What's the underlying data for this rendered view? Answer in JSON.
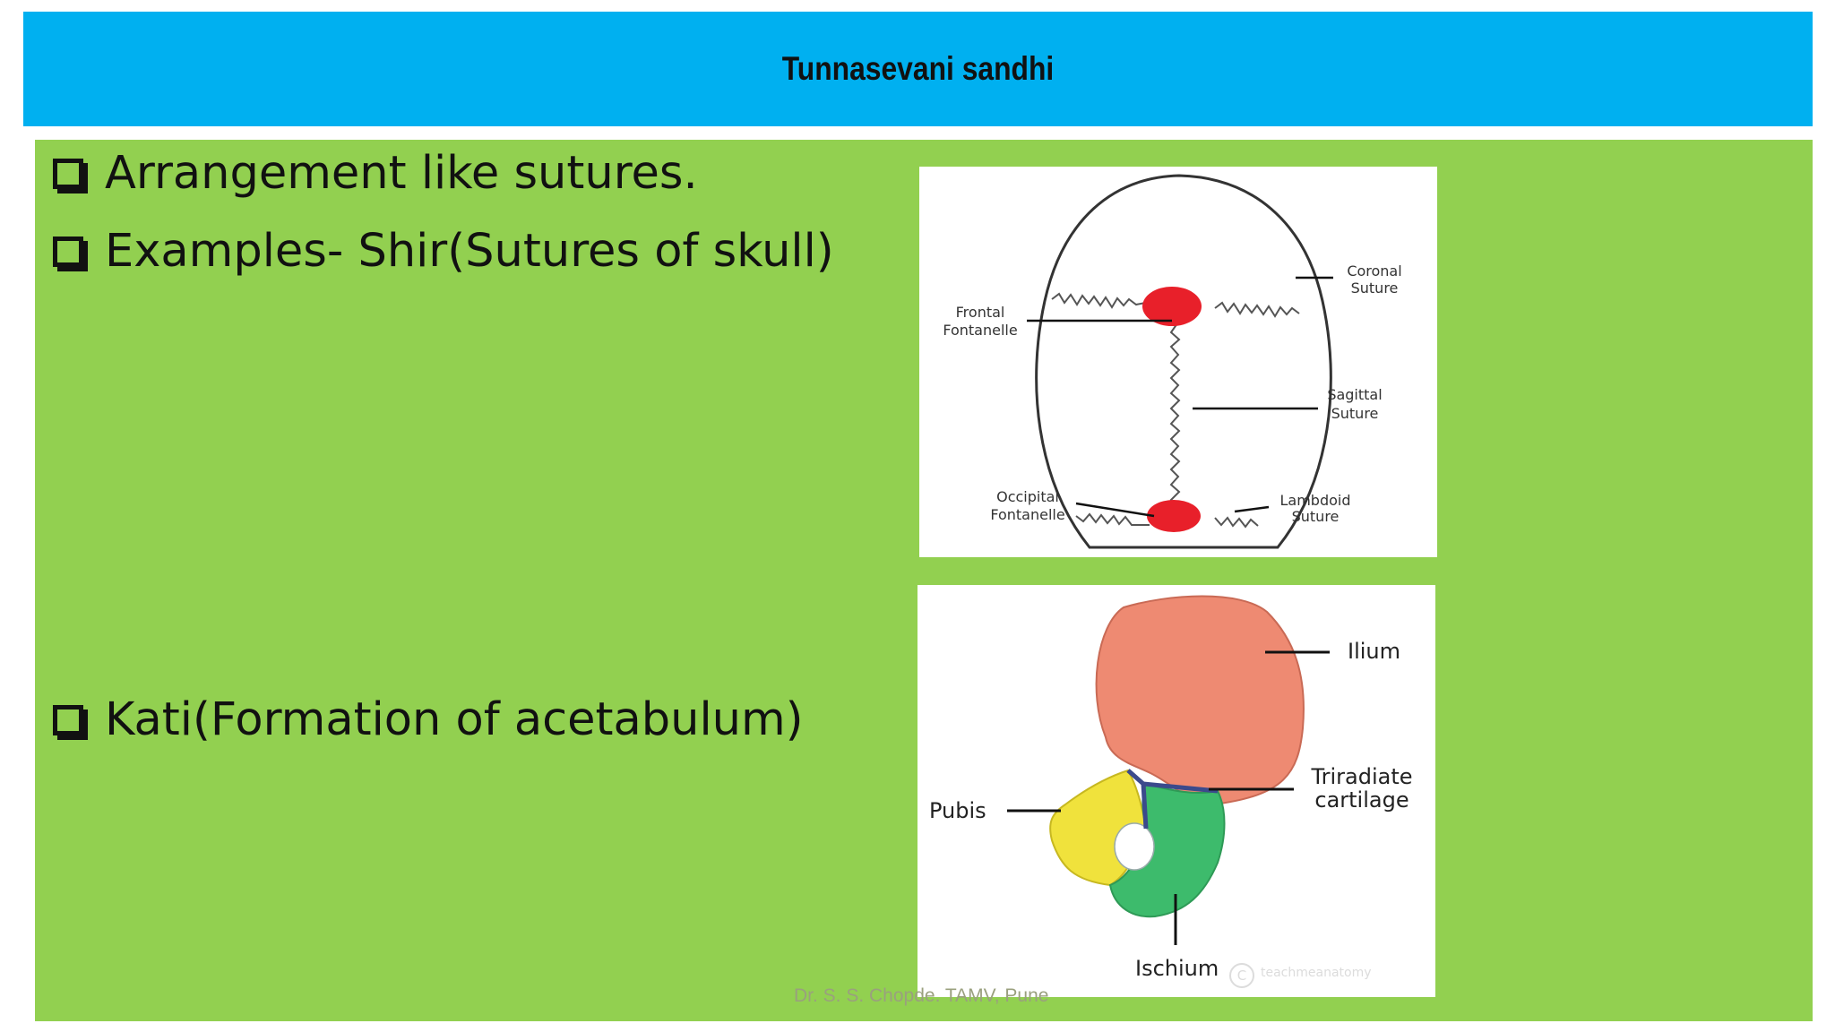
{
  "slide": {
    "title": "Tunnasevani sandhi",
    "bullets": [
      "Arrangement like sutures.",
      "Examples- Shir(Sutures of skull)",
      "Kati(Formation of acetabulum)"
    ],
    "footer": "Dr. S. S. Chopde. TAMV, Pune"
  },
  "skull_figure": {
    "labels": {
      "frontal_1": "Frontal",
      "frontal_2": "Fontanelle",
      "coronal_1": "Coronal",
      "coronal_2": "Suture",
      "sagittal_1": "Sagittal",
      "sagittal_2": "Suture",
      "occipital_1": "Occipital",
      "occipital_2": "Fontanelle",
      "lambdoid_1": "Lambdoid",
      "lambdoid_2": "Suture"
    },
    "colors": {
      "fontanelle": "#e8202a",
      "outline": "#333333"
    }
  },
  "pelvis_figure": {
    "labels": {
      "ilium": "Ilium",
      "triradiate_1": "Triradiate",
      "triradiate_2": "cartilage",
      "pubis": "Pubis",
      "ischium": "Ischium",
      "watermark": "teachmeanatomy"
    },
    "colors": {
      "ilium": "#ee8a72",
      "pubis": "#f0e23c",
      "ischium": "#3dbb6c",
      "cartilage": "#3b4a8c"
    }
  }
}
